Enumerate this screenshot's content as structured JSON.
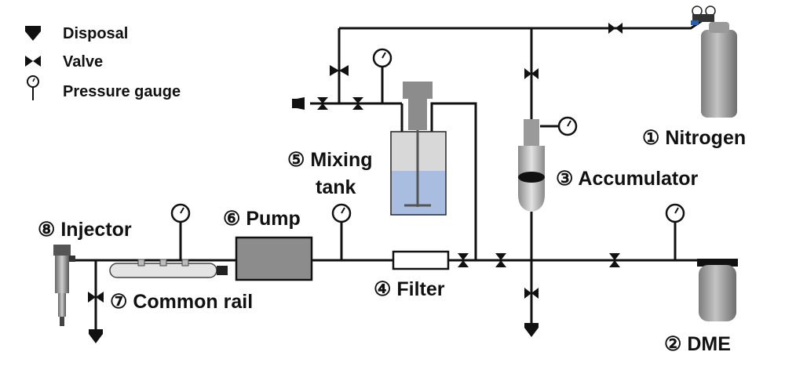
{
  "legend": {
    "disposal": "Disposal",
    "valve": "Valve",
    "gauge": "Pressure gauge"
  },
  "components": {
    "nitrogen": "① Nitrogen",
    "dme": "② DME",
    "accumulator": "③ Accumulator",
    "filter": "④ Filter",
    "mixing_tank_line1": "⑤ Mixing",
    "mixing_tank_line2": "tank",
    "pump": "⑥ Pump",
    "common_rail": "⑦ Common rail",
    "injector": "⑧ Injector"
  },
  "colors": {
    "pipe": "#111111",
    "gray_body": "#8a8a8a",
    "liquid": "#a9bde0",
    "pump": "#8c8c8c"
  }
}
